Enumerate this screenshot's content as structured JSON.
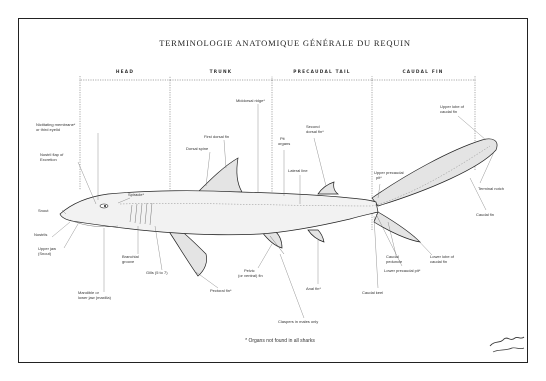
{
  "title": "TERMINOLOGIE ANATOMIQUE GÉNÉRALE DU REQUIN",
  "sections": [
    {
      "key": "head",
      "label": "HEAD"
    },
    {
      "key": "trunk",
      "label": "TRUNK"
    },
    {
      "key": "precaudal",
      "label": "PRECAUDAL TAIL"
    },
    {
      "key": "caudal",
      "label": "CAUDAL FIN"
    }
  ],
  "labels": {
    "nictitating": [
      "Nictitating membrane*",
      "or third eyelid"
    ],
    "nostril_flap": [
      "Nostril flap of",
      "Excretion"
    ],
    "snout": [
      "Snout"
    ],
    "nostrils": [
      "Nostrils"
    ],
    "upper_jaw": [
      "Upper jaw",
      "(Snout)"
    ],
    "mandible": [
      "Mandible or",
      "lower jaw (maxilla)"
    ],
    "spiracle": [
      "Spiracle*"
    ],
    "branchial": [
      "Branchial",
      "groove"
    ],
    "gills": [
      "Gills (5 to 7)"
    ],
    "first_dorsal": [
      "First dorsal fin"
    ],
    "dorsal_spine": [
      "Dorsal spine"
    ],
    "mid_ridge": [
      "Middorsal ridge*"
    ],
    "pit_organs": [
      "Pit",
      "organs"
    ],
    "lateral_line": [
      "Lateral line"
    ],
    "second_dorsal": [
      "Second",
      "dorsal fin*"
    ],
    "pectoral": [
      "Pectoral fin*"
    ],
    "pelvic": [
      "Pelvic",
      "(or ventral) fin"
    ],
    "claspers": [
      "Claspers in males only"
    ],
    "anal": [
      "Anal fin*"
    ],
    "upper_precaudal": [
      "Upper precaudal",
      "pit*"
    ],
    "upper_lobe": [
      "Upper lobe of",
      "caudal fin"
    ],
    "terminal_notch": [
      "Terminal notch"
    ],
    "caudal_fin": [
      "Caudal fin"
    ],
    "caudal_peduncle": [
      "Caudal",
      "peduncle"
    ],
    "lower_precaudal": [
      "Lower precaudal pit*"
    ],
    "lower_lobe": [
      "Lower lobe of",
      "caudal fin"
    ],
    "caudal_keel": [
      "Caudal keel"
    ]
  },
  "footnote": "* Organs not found in all sharks"
}
